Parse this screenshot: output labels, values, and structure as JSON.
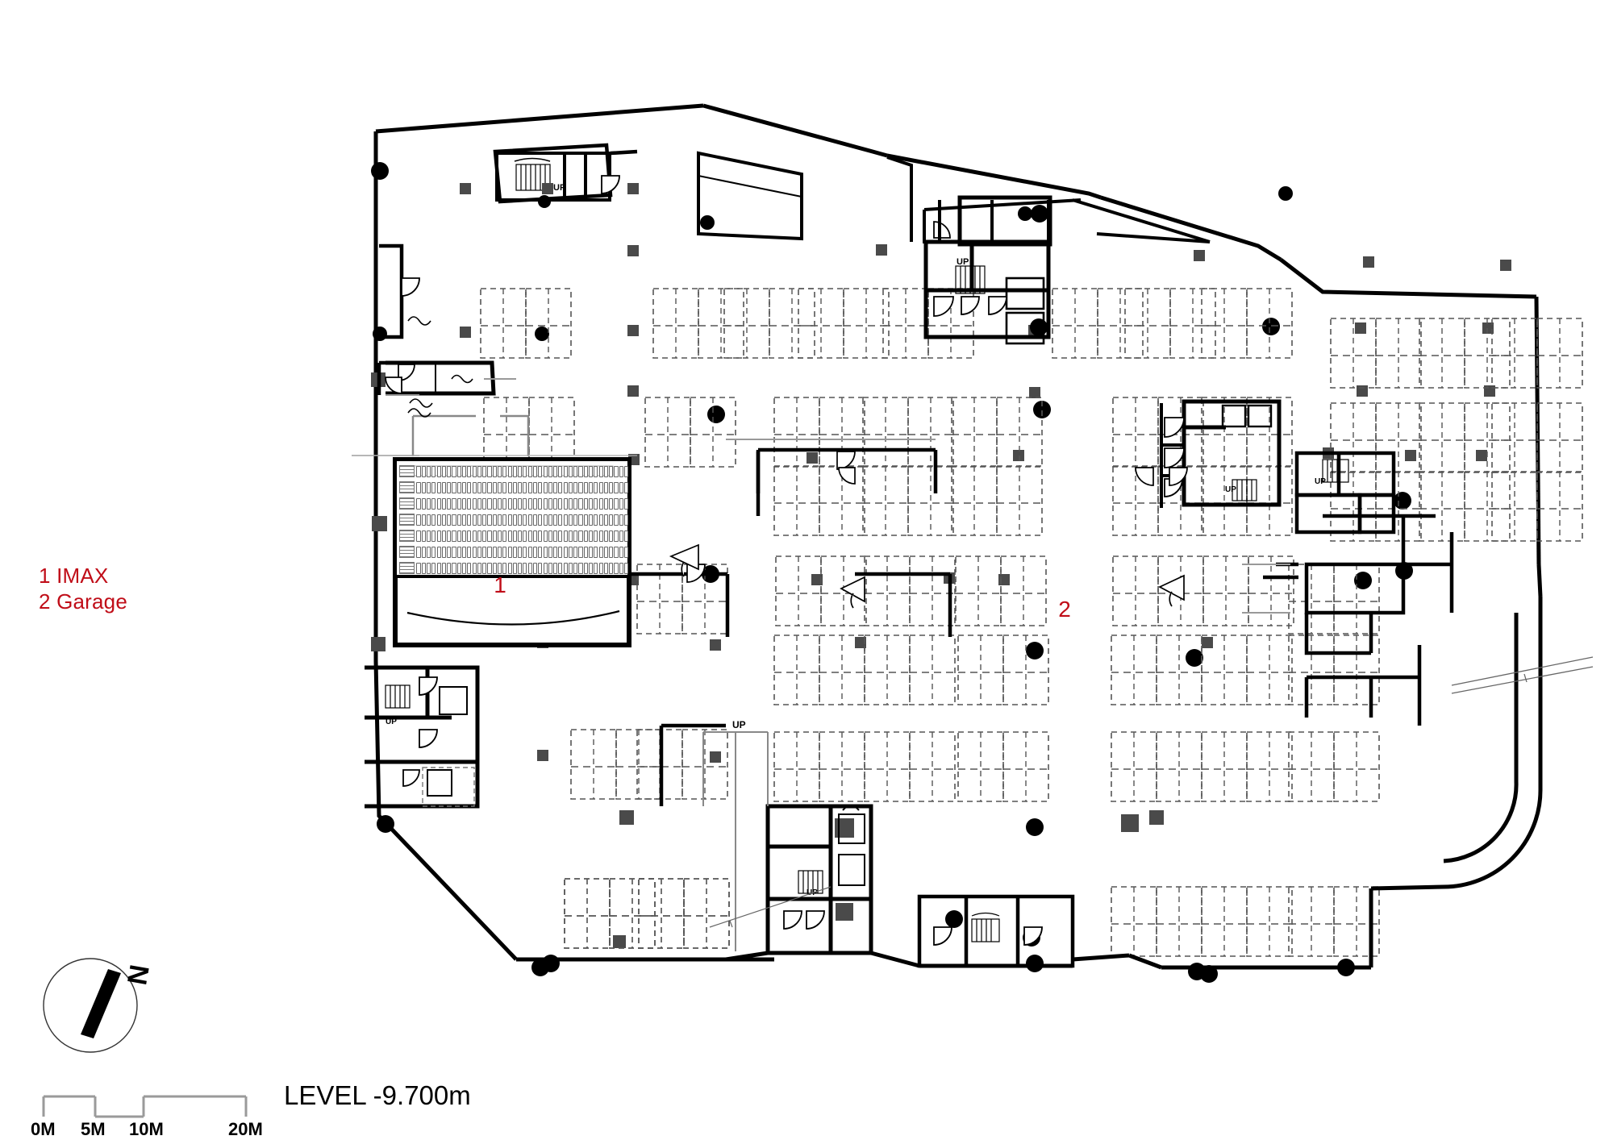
{
  "sheet": {
    "title": "LEVEL -9.700m",
    "background": "#ffffff",
    "line_color": "#000000",
    "accent_color": "#c00d18"
  },
  "legend": {
    "items": [
      {
        "number": "1",
        "label": "1 IMAX"
      },
      {
        "number": "2",
        "label": "2 Garage"
      }
    ]
  },
  "plan_labels": {
    "imax": "1",
    "garage": "2"
  },
  "stair_labels": {
    "up": "UP"
  },
  "north_arrow": {
    "letter": "N"
  },
  "scale_bar": {
    "ticks": [
      {
        "label": "0M"
      },
      {
        "label": "5M"
      },
      {
        "label": "10M"
      },
      {
        "label": "20M"
      }
    ]
  },
  "chart_data": {
    "type": "table",
    "title": "LEVEL -9.700m",
    "description": "Architectural basement floor plan: IMAX auditorium (1) and underground garage (2)",
    "rooms": [
      {
        "id": "1",
        "name": "IMAX",
        "seat_rows": 7
      },
      {
        "id": "2",
        "name": "Garage",
        "seat_rows": 0
      }
    ],
    "parking_bay_rows": 6,
    "level_elevation_m": -9.7,
    "scale_ticks_m": [
      0,
      5,
      10,
      20
    ]
  }
}
